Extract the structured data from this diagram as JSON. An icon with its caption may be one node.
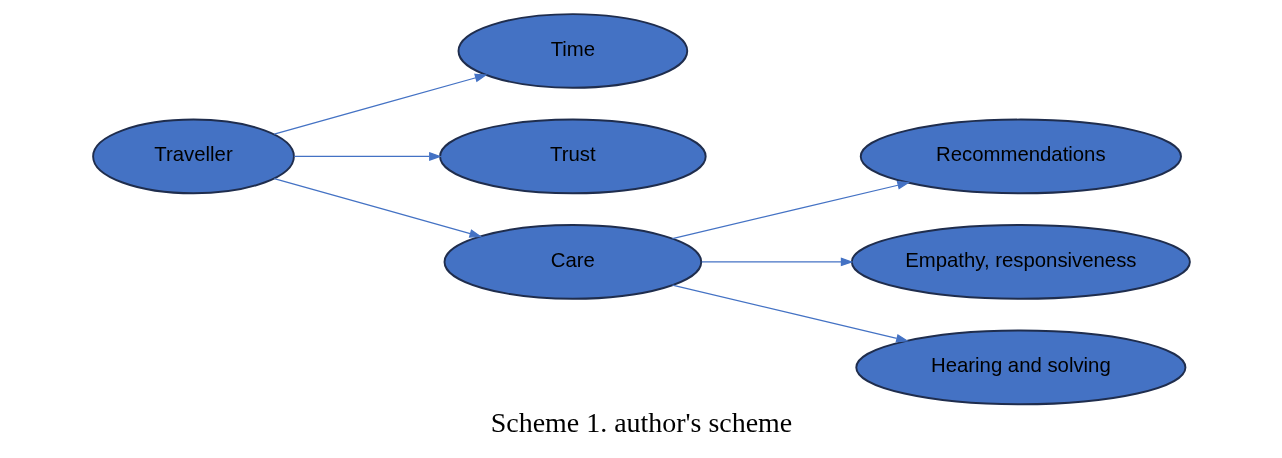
{
  "diagram": {
    "caption": "Scheme 1. author's scheme",
    "nodes": [
      {
        "text": [
          "Traveller"
        ]
      },
      {
        "text": [
          "Time"
        ]
      },
      {
        "text": [
          "Trust"
        ]
      },
      {
        "text": [
          "Care"
        ]
      },
      {
        "text": [
          "Recommendations"
        ]
      },
      {
        "text": [
          "Empathy, responsiveness"
        ]
      },
      {
        "text": [
          "Hearing and solving"
        ]
      }
    ],
    "edges": [
      {
        "from": 0,
        "to": 1,
        "arrow": "to"
      },
      {
        "from": 0,
        "to": 2,
        "arrow": "to"
      },
      {
        "from": 0,
        "to": 3,
        "arrow": "to"
      },
      {
        "from": 3,
        "to": 4,
        "arrow": "to"
      },
      {
        "from": 3,
        "to": 5,
        "arrow": "to"
      },
      {
        "from": 3,
        "to": 6,
        "arrow": "to"
      }
    ]
  }
}
